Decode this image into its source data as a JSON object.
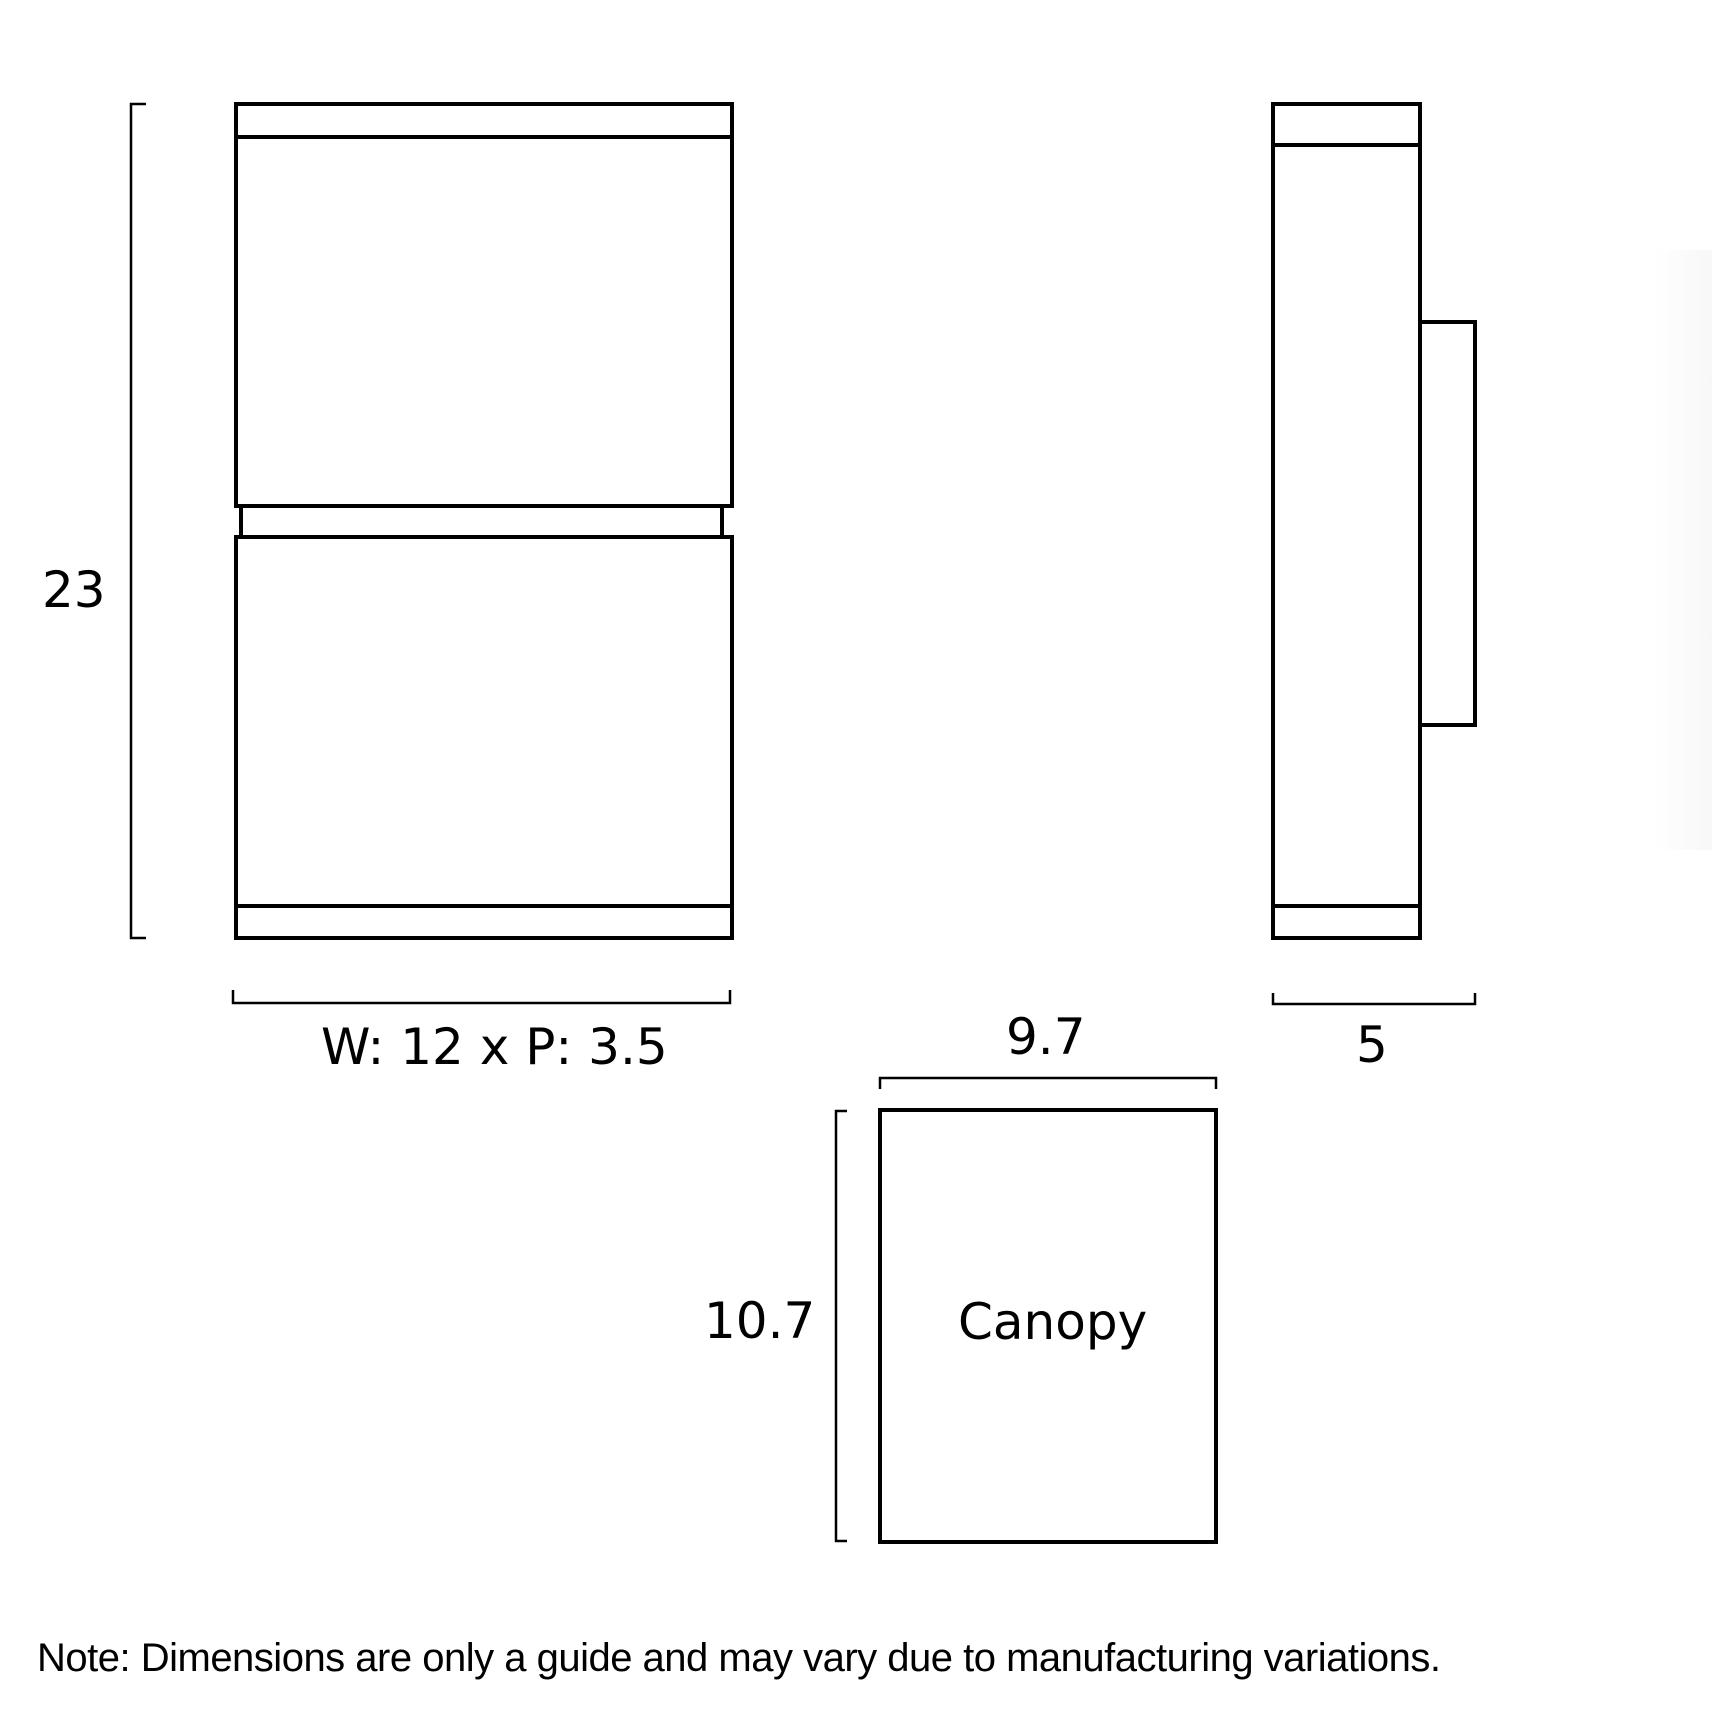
{
  "diagram": {
    "type": "dimension-drawing",
    "stroke_color": "#000000",
    "background_color": "#ffffff",
    "front_view": {
      "height_label": "23",
      "width_label": "W: 12 x P: 3.5"
    },
    "side_view": {
      "depth_label": "5"
    },
    "canopy": {
      "label": "Canopy",
      "width_label": "9.7",
      "height_label": "10.7"
    },
    "note": "Note: Dimensions are only a guide and may vary due to manufacturing variations."
  }
}
